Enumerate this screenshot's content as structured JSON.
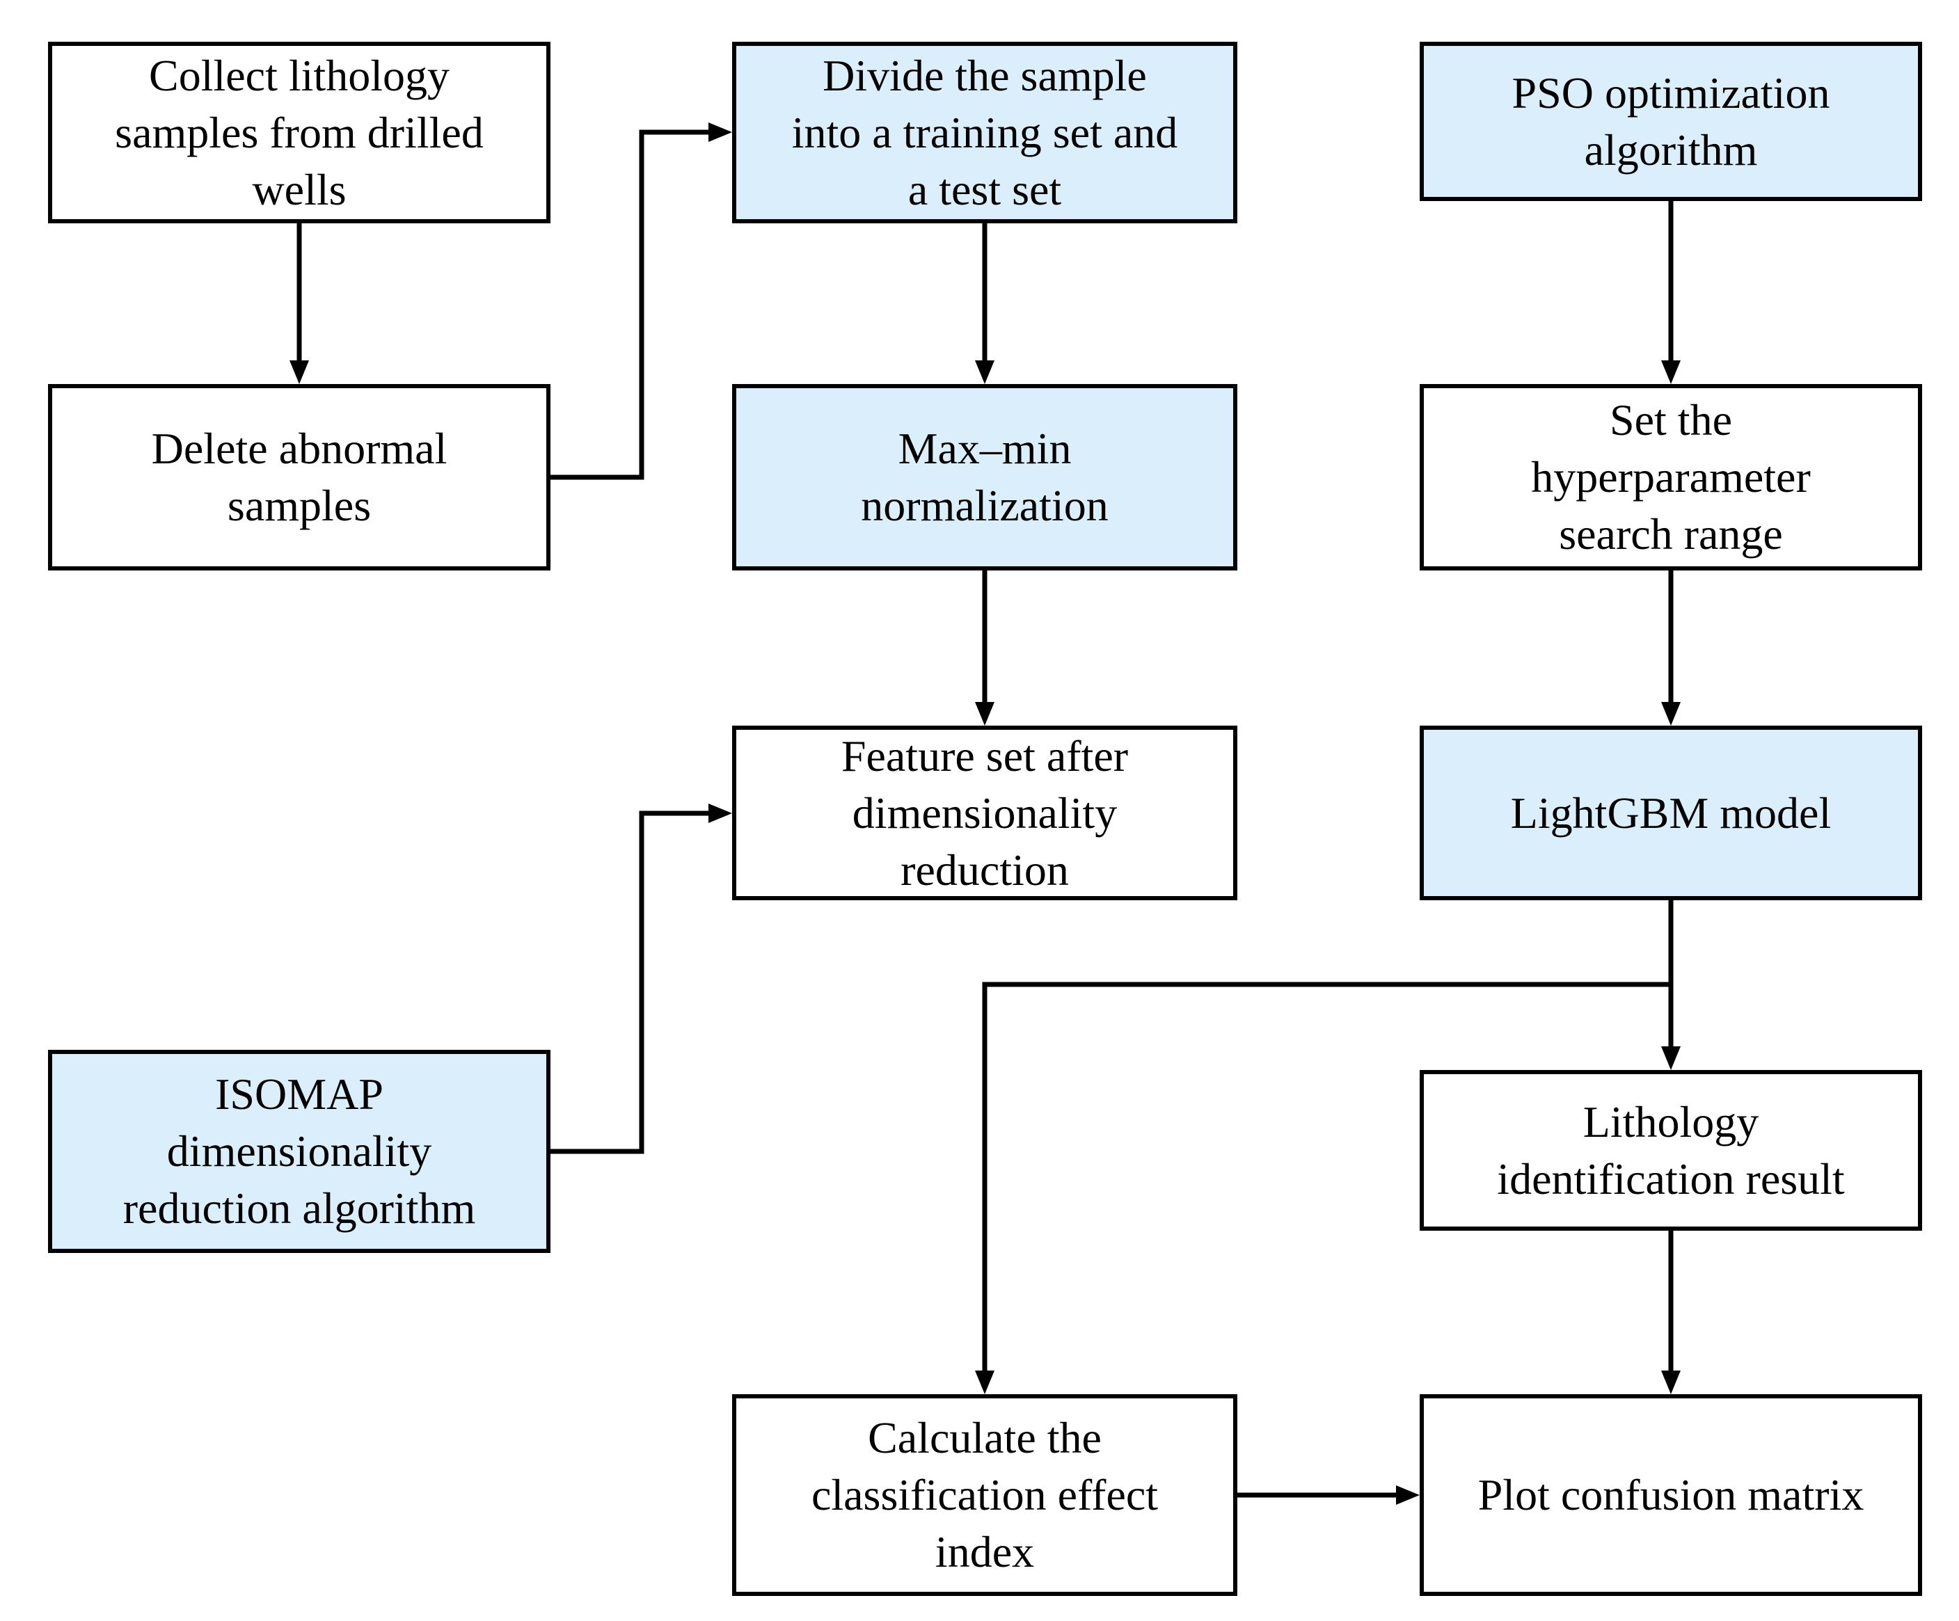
{
  "colors": {
    "highlight_fill": "#daeefb",
    "default_fill": "#ffffff",
    "stroke": "#000000",
    "text": "#000000"
  },
  "nodes": {
    "collect_samples": {
      "label": "Collect lithology\nsamples from drilled\nwells",
      "highlighted": false
    },
    "divide_sample": {
      "label": "Divide the sample\ninto a training set and\na test set",
      "highlighted": true
    },
    "pso_algorithm": {
      "label": "PSO optimization\nalgorithm",
      "highlighted": true
    },
    "delete_abnormal": {
      "label": "Delete abnormal\nsamples",
      "highlighted": false
    },
    "maxmin_normalization": {
      "label": "Max–min\nnormalization",
      "highlighted": true
    },
    "hyperparameter_range": {
      "label": "Set the\nhyperparameter\nsearch range",
      "highlighted": false
    },
    "feature_set": {
      "label": "Feature set after\ndimensionality\nreduction",
      "highlighted": false
    },
    "lightgbm_model": {
      "label": "LightGBM model",
      "highlighted": true
    },
    "isomap_algorithm": {
      "label": "ISOMAP\ndimensionality\nreduction algorithm",
      "highlighted": true
    },
    "lithology_result": {
      "label": "Lithology\nidentification result",
      "highlighted": false
    },
    "classification_index": {
      "label": "Calculate the\nclassification effect\nindex",
      "highlighted": false
    },
    "confusion_matrix": {
      "label": "Plot confusion matrix",
      "highlighted": false
    }
  }
}
